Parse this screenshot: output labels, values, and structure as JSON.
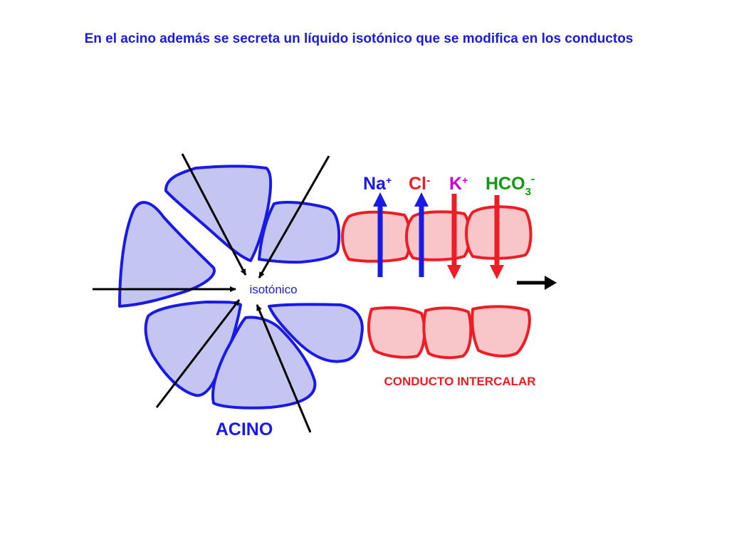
{
  "title": "En el acino además se secreta un líquido isotónico que se modifica en los conductos",
  "labels": {
    "isotonic": "isotónico",
    "acinus": "ACINO",
    "duct": "CONDUCTO INTERCALAR"
  },
  "ions": {
    "na": {
      "symbol": "Na",
      "charge": "+"
    },
    "cl": {
      "symbol": "Cl",
      "charge": "-"
    },
    "k": {
      "symbol": "K",
      "charge": "+"
    },
    "hco3": {
      "symbol": "HCO",
      "subscript": "3",
      "charge": "-"
    }
  },
  "colors": {
    "title": "#1a1ae6",
    "acinus_fill": "#c5c5f2",
    "acinus_stroke": "#1a1ae6",
    "duct_fill": "#f8c6c9",
    "duct_stroke": "#ee1c24",
    "na": "#1a1ae6",
    "cl": "#ee1c24",
    "k": "#cc00cc",
    "hco3": "#119911",
    "arrow_black": "#000000"
  },
  "icons": {
    "flow_arrow": "arrow-right-icon"
  }
}
